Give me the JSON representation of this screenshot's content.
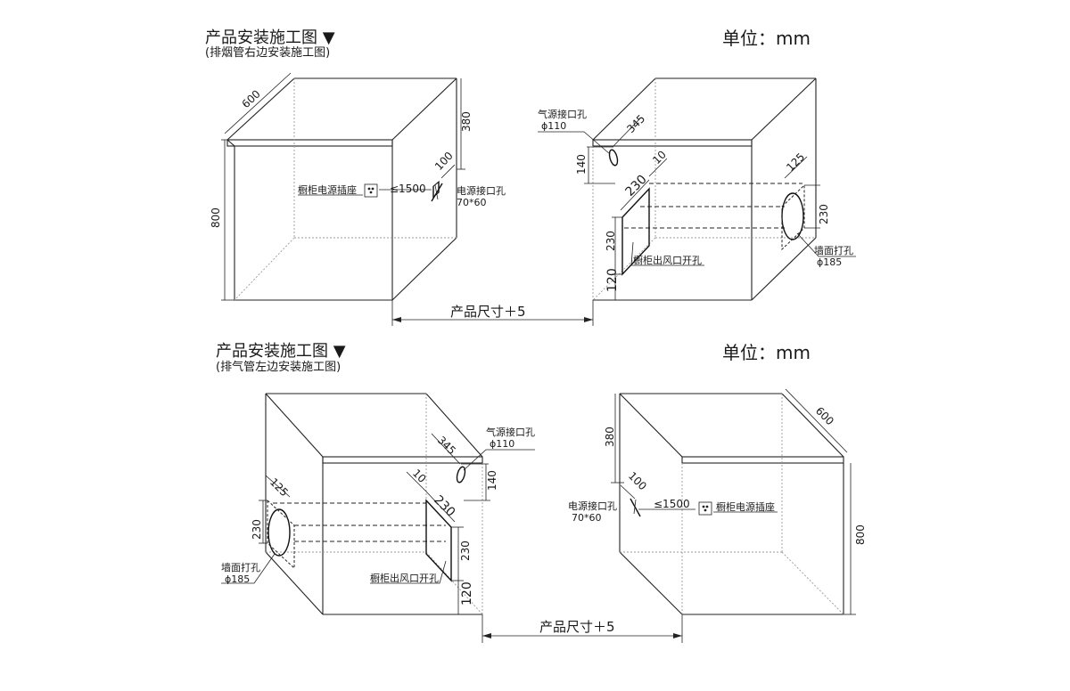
{
  "top": {
    "title": "产品安装施工图 ▼",
    "subtitle": "(排烟管右边安装施工图)",
    "unit": "单位：mm",
    "left_box": {
      "dim_depth": "600",
      "dim_height": "800",
      "dim_380": "380",
      "dim_100": "100",
      "dist_1500": "≤1500",
      "socket_label": "橱柜电源插座",
      "power_hole_label": "电源接口孔",
      "power_hole_size": "70*60"
    },
    "right_box": {
      "gas_label": "气源接口孔",
      "gas_size": "ϕ110",
      "dim_345": "345",
      "dim_140": "140",
      "dim_10": "10",
      "dim_230_top": "230",
      "dim_125": "125",
      "dim_230_right": "230",
      "dim_230_left": "230",
      "dim_120": "120",
      "outlet_label": "橱柜出风口开孔",
      "wall_hole_label": "墙面打孔",
      "wall_hole_size": "ϕ185"
    },
    "size_label": "产品尺寸＋5"
  },
  "bottom": {
    "title": "产品安装施工图 ▼",
    "subtitle": "(排气管左边安装施工图)",
    "unit": "单位：mm",
    "left_box": {
      "gas_label": "气源接口孔",
      "gas_size": "ϕ110",
      "dim_345": "345",
      "dim_140": "140",
      "dim_10": "10",
      "dim_230_top": "230",
      "dim_125": "125",
      "dim_230_left": "230",
      "dim_230_right": "230",
      "dim_120": "120",
      "outlet_label": "橱柜出风口开孔",
      "wall_hole_label": "墙面打孔",
      "wall_hole_size": "ϕ185"
    },
    "right_box": {
      "dim_depth": "600",
      "dim_height": "800",
      "dim_380": "380",
      "dim_100": "100",
      "dist_1500": "≤1500",
      "socket_label": "橱柜电源插座",
      "power_hole_label": "电源接口孔",
      "power_hole_size": "70*60"
    },
    "size_label": "产品尺寸＋5"
  },
  "colors": {
    "line": "#222222",
    "hidden_line": "#999999",
    "background": "#ffffff"
  }
}
